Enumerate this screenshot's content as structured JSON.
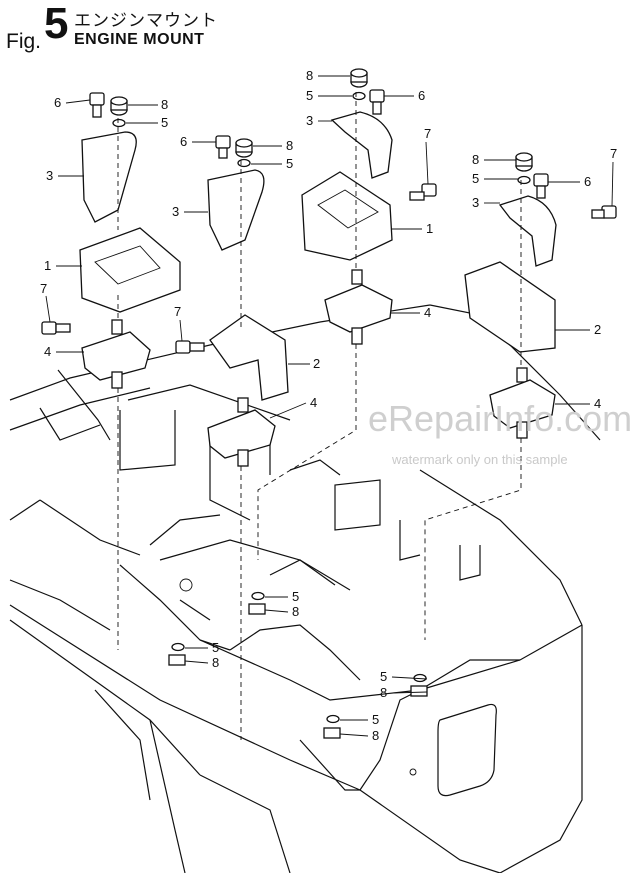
{
  "header": {
    "fig_prefix": "Fig.",
    "fig_number": "5",
    "title_jp": "エンジンマウント",
    "title_en": "ENGINE MOUNT"
  },
  "watermark": {
    "site": "eRepairInfo.com",
    "notice": "watermark only on this sample"
  },
  "part_numbers": {
    "bracket": "1",
    "bracket_large": "2",
    "mount_plate": "3",
    "rubber_mount": "4",
    "washer": "5",
    "bolt": "6",
    "bolt_short": "7",
    "nut": "8"
  },
  "colors": {
    "ink": "#111111",
    "watermark": "#cfcfcf",
    "paper": "#ffffff"
  }
}
